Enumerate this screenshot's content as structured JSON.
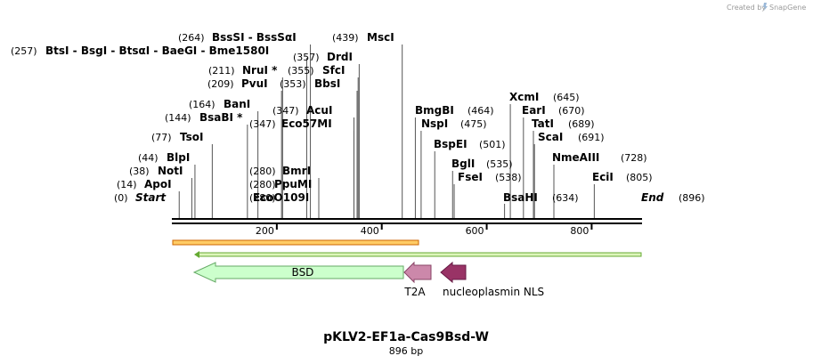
{
  "credit": {
    "text": "Created by",
    "brand": "SnapGene"
  },
  "map": {
    "title": "pKLV2-EF1a-Cas9Bsd-W",
    "length_label": "896 bp",
    "length": 896
  },
  "ticks": [
    200,
    400,
    600,
    800
  ],
  "sites": [
    {
      "name": "Start",
      "pos": 0,
      "italic": true
    },
    {
      "name": "ApoI",
      "pos": 14
    },
    {
      "name": "NotI",
      "pos": 38
    },
    {
      "name": "BlpI",
      "pos": 44
    },
    {
      "name": "TsoI",
      "pos": 77
    },
    {
      "name": "BsaBI *",
      "pos": 144
    },
    {
      "name": "BanI",
      "pos": 164
    },
    {
      "name": "PvuI",
      "pos": 209
    },
    {
      "name": "NruI *",
      "pos": 211
    },
    {
      "name": "BtsI - BsgI - BtsαI - BaeGI - Bme1580I",
      "pos": 257
    },
    {
      "name": "BssSI - BssSαI",
      "pos": 264
    },
    {
      "name": "EcoO109I",
      "pos": 280
    },
    {
      "name": "PpuMI",
      "pos": 280
    },
    {
      "name": "BmrI",
      "pos": 280
    },
    {
      "name": "Eco57MI",
      "pos": 347
    },
    {
      "name": "AcuI",
      "pos": 347
    },
    {
      "name": "BbsI",
      "pos": 353
    },
    {
      "name": "SfcI",
      "pos": 355
    },
    {
      "name": "DrdI",
      "pos": 357
    },
    {
      "name": "MscI",
      "pos": 439
    },
    {
      "name": "BmgBI",
      "pos": 464
    },
    {
      "name": "NspI",
      "pos": 475
    },
    {
      "name": "BspEI",
      "pos": 501
    },
    {
      "name": "BglI",
      "pos": 535
    },
    {
      "name": "FseI",
      "pos": 538
    },
    {
      "name": "BsaHI",
      "pos": 634
    },
    {
      "name": "XcmI",
      "pos": 645
    },
    {
      "name": "EarI",
      "pos": 670
    },
    {
      "name": "TatI",
      "pos": 689
    },
    {
      "name": "ScaI",
      "pos": 691
    },
    {
      "name": "NmeAIII",
      "pos": 728
    },
    {
      "name": "EciI",
      "pos": 805
    },
    {
      "name": "End",
      "pos": 896,
      "italic": true
    }
  ],
  "features": [
    {
      "name": "BSD",
      "color": "#ccffcc",
      "stroke": "#66aa66",
      "direction": "reverse"
    },
    {
      "name": "T2A",
      "color": "#cc88aa",
      "stroke": "#884466",
      "direction": "reverse"
    },
    {
      "name": "nucleoplasmin NLS",
      "color": "#993366",
      "stroke": "#661a44",
      "direction": "reverse"
    }
  ],
  "colors": {
    "orange_bar": "#ffcc66",
    "orange_edge": "#cc6600",
    "green_bar": "#ddf5bb",
    "green_edge": "#66aa33"
  }
}
